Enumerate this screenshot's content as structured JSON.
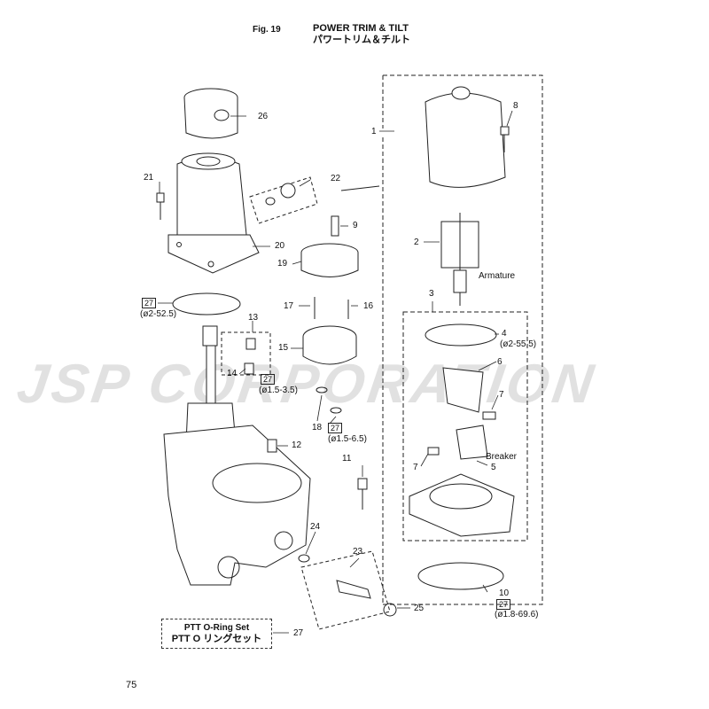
{
  "header": {
    "fig": "Fig. 19",
    "title_en": "POWER TRIM & TILT",
    "title_jp": "パワートリム＆チルト"
  },
  "page_number": "75",
  "watermark": "JSP CORPORATION",
  "set_box": {
    "line1": "PTT O-Ring Set",
    "line2": "PTT O リングセット",
    "ref": "27"
  },
  "labels": {
    "n1": "1",
    "n2": "2",
    "n3": "3",
    "n4": "4",
    "n5": "5",
    "n6": "6",
    "n7a": "7",
    "n7b": "7",
    "n8": "8",
    "n9": "9",
    "n10": "10",
    "n11": "11",
    "n12": "12",
    "n13": "13",
    "n14": "14",
    "n15": "15",
    "n16": "16",
    "n17": "17",
    "n18": "18",
    "n19": "19",
    "n20": "20",
    "n21": "21",
    "n22": "22",
    "n23": "23",
    "n24": "24",
    "n25": "25",
    "n26": "26",
    "armature": "Armature",
    "breaker": "Breaker",
    "ref27": "27",
    "dim_52": "(ø2-52.5)",
    "dim_15_35": "(ø1.5-3.5)",
    "dim_15_65": "(ø1.5-6.5)",
    "dim_55": "(ø2-55.5)",
    "dim_696": "(ø1.8-69.6)"
  }
}
